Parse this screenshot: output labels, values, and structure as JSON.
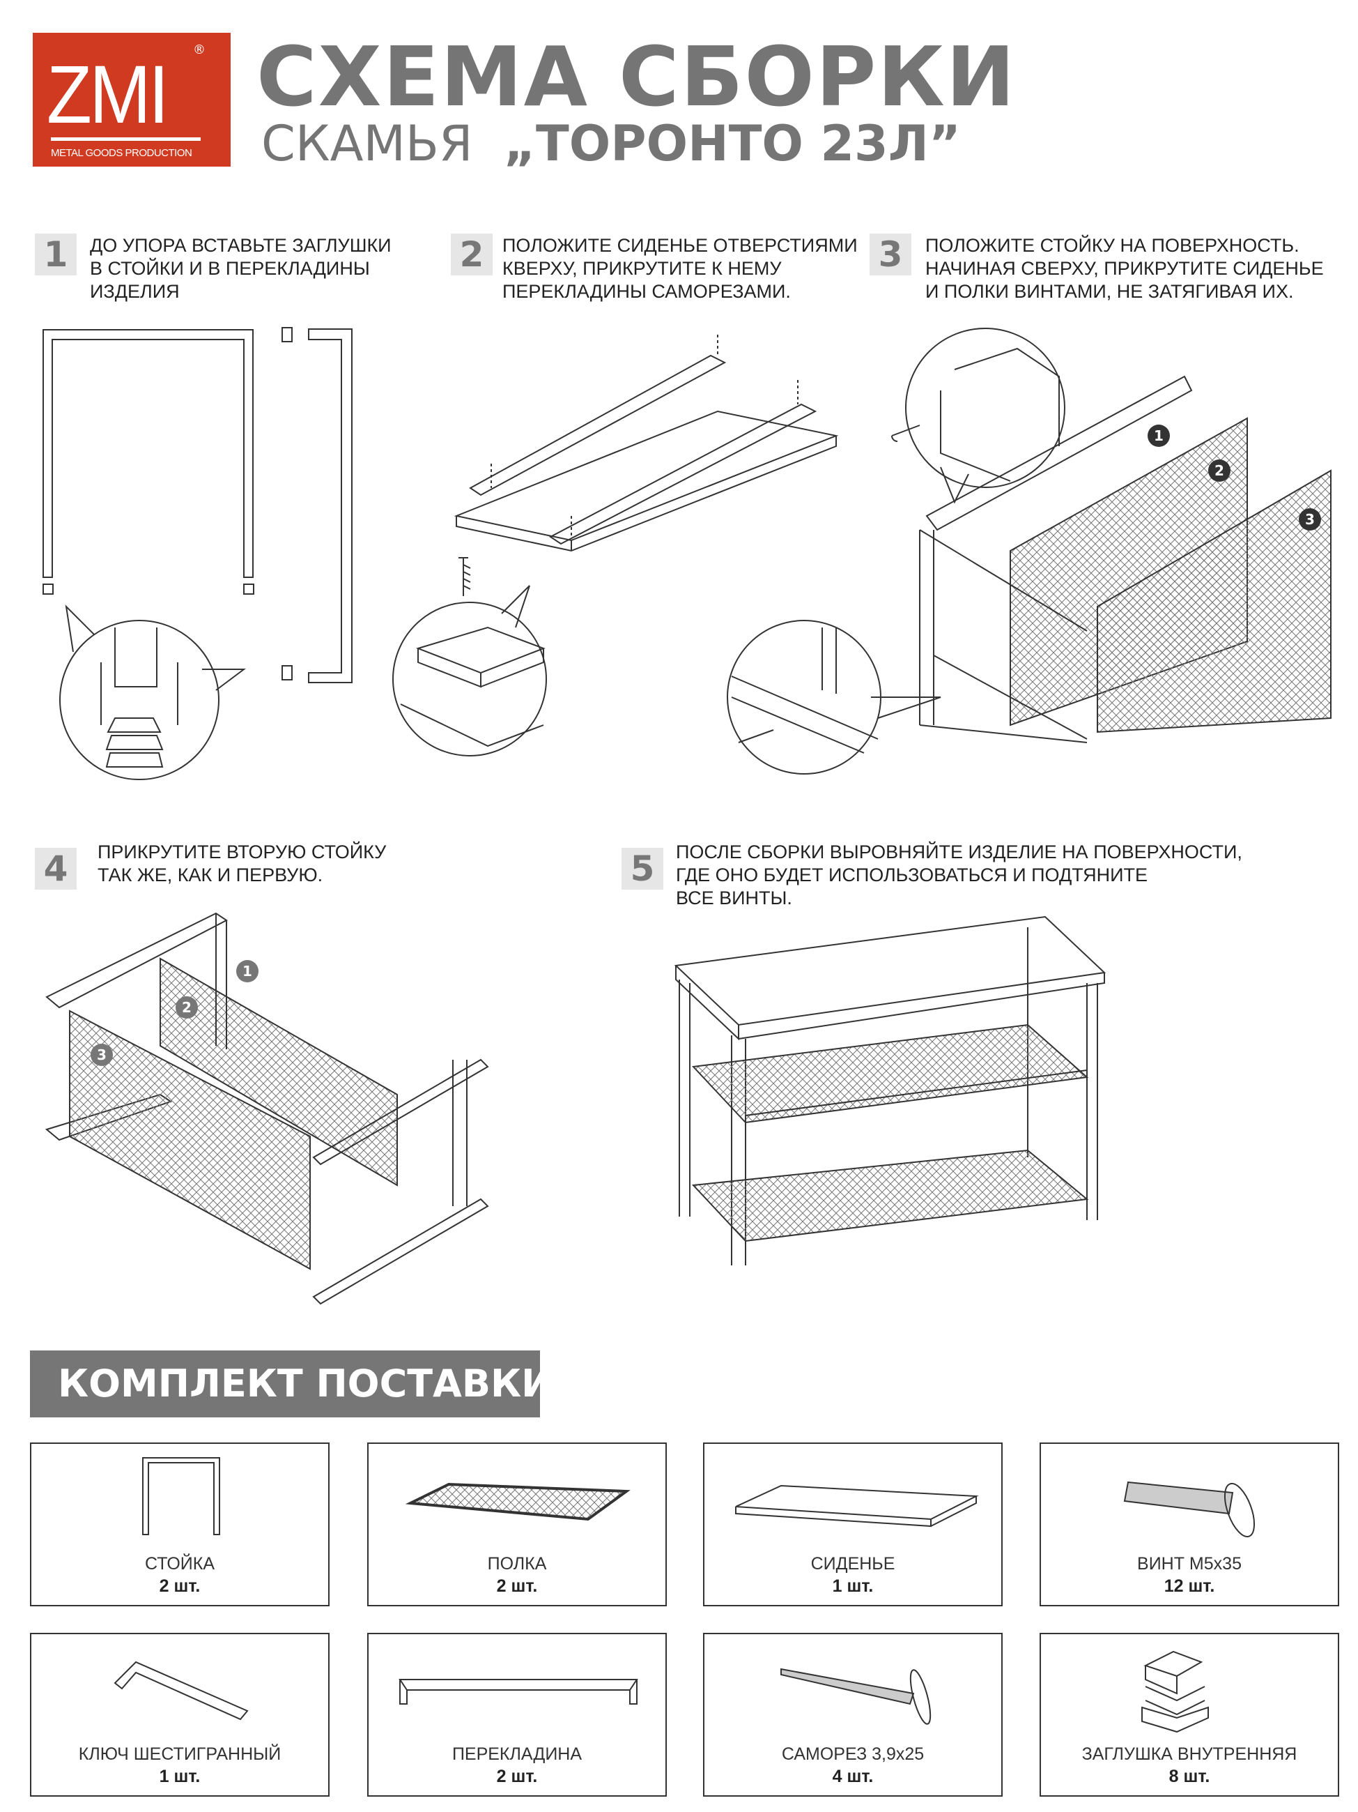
{
  "logo": {
    "brand": "ZMI",
    "tagline": "METAL GOODS PRODUCTION",
    "registered": "®",
    "color": "#d03a20"
  },
  "header": {
    "title": "СХЕМА СБОРКИ",
    "subtitle_prefix": "СКАМЬЯ",
    "subtitle_name": "„ТОРОНТО 23Л”"
  },
  "steps": [
    {
      "number": "1",
      "text": "ДО УПОРА ВСТАВЬТЕ ЗАГЛУШКИ\nВ СТОЙКИ И В ПЕРЕКЛАДИНЫ\nИЗДЕЛИЯ"
    },
    {
      "number": "2",
      "text": "ПОЛОЖИТЕ СИДЕНЬЕ ОТВЕРСТИЯМИ\nКВЕРХУ, ПРИКРУТИТЕ К НЕМУ\nПЕРЕКЛАДИНЫ САМОРЕЗАМИ."
    },
    {
      "number": "3",
      "text": "ПОЛОЖИТЕ СТОЙКУ НА ПОВЕРХНОСТЬ.\nНАЧИНАЯ СВЕРХУ, ПРИКРУТИТЕ СИДЕНЬЕ\nИ ПОЛКИ ВИНТАМИ, НЕ ЗАТЯГИВАЯ ИХ."
    },
    {
      "number": "4",
      "text": "ПРИКРУТИТЕ ВТОРУЮ СТОЙКУ\nТАК ЖЕ, КАК И ПЕРВУЮ."
    },
    {
      "number": "5",
      "text": "ПОСЛЕ СБОРКИ ВЫРОВНЯЙТЕ ИЗДЕЛИЕ НА ПОВЕРХНОСТИ,\nГДЕ ОНО БУДЕТ ИСПОЛЬЗОВАТЬСЯ И ПОДТЯНИТЕ\nВСЕ ВИНТЫ."
    }
  ],
  "callouts": [
    "1",
    "2",
    "3"
  ],
  "kit": {
    "title": "КОМПЛЕКТ ПОСТАВКИ",
    "items": [
      {
        "name": "СТОЙКА",
        "qty": "2 шт.",
        "icon": "frame-post"
      },
      {
        "name": "ПОЛКА",
        "qty": "2 шт.",
        "icon": "mesh-shelf"
      },
      {
        "name": "СИДЕНЬЕ",
        "qty": "1 шт.",
        "icon": "seat-board"
      },
      {
        "name": "ВИНТ М5х35",
        "qty": "12 шт.",
        "icon": "bolt"
      },
      {
        "name": "КЛЮЧ ШЕСТИГРАННЫЙ",
        "qty": "1 шт.",
        "icon": "hex-key"
      },
      {
        "name": "ПЕРЕКЛАДИНА",
        "qty": "2 шт.",
        "icon": "crossbar"
      },
      {
        "name": "САМОРЕЗ 3,9х25",
        "qty": "4 шт.",
        "icon": "wood-screw"
      },
      {
        "name": "ЗАГЛУШКА ВНУТРЕННЯЯ",
        "qty": "8 шт.",
        "icon": "inner-plug"
      }
    ]
  },
  "colors": {
    "accent_gray": "#767676",
    "number_box": "#e6e6e6"
  }
}
